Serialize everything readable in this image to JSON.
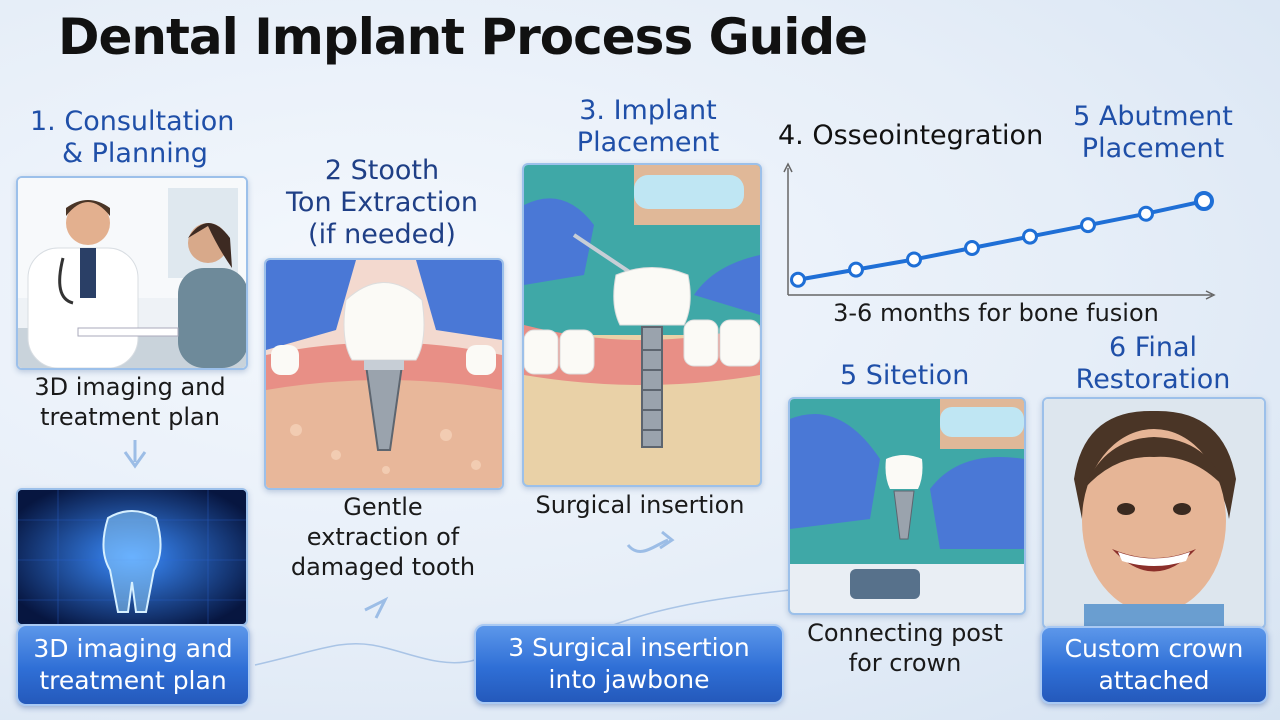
{
  "title": "Dental Implant Process Guide",
  "step1": {
    "heading_line1": "1. Consultation",
    "heading_line2": "& Planning",
    "caption_line1": "3D imaging and",
    "caption_line2": "treatment plan",
    "pill_line1": "3D imaging and",
    "pill_line2": "treatment plan"
  },
  "step2": {
    "heading_line1": "2 Stooth",
    "heading_line2": "Ton Extraction",
    "heading_line3": "(if needed)",
    "caption_line1": "Gentle",
    "caption_line2": "extraction of",
    "caption_line3": "damaged tooth"
  },
  "step3": {
    "heading_line1": "3. Implant",
    "heading_line2": "Placement",
    "caption": "Surgical insertion",
    "pill_line1": "3  Surgical insertion",
    "pill_line2": "into jawbone"
  },
  "step4": {
    "heading": "4. Osseointegration",
    "caption": "3-6 months for bone fusion",
    "chart_points": [
      0.12,
      0.2,
      0.28,
      0.37,
      0.46,
      0.55,
      0.64,
      0.74
    ]
  },
  "step5": {
    "heading_line1": "5 Abutment",
    "heading_line2": "Placement",
    "sub_heading": "5  Sitetion",
    "caption_line1": "Connecting post",
    "caption_line2": "for crown"
  },
  "step6": {
    "heading_line1": "6  Final",
    "heading_line2": "Restoration",
    "pill_line1": "Custom crown",
    "pill_line2": "attached"
  },
  "colors": {
    "accent": "#1f4fa8",
    "pill": "#2f6fd6",
    "chart_line": "#1f6fd6"
  }
}
